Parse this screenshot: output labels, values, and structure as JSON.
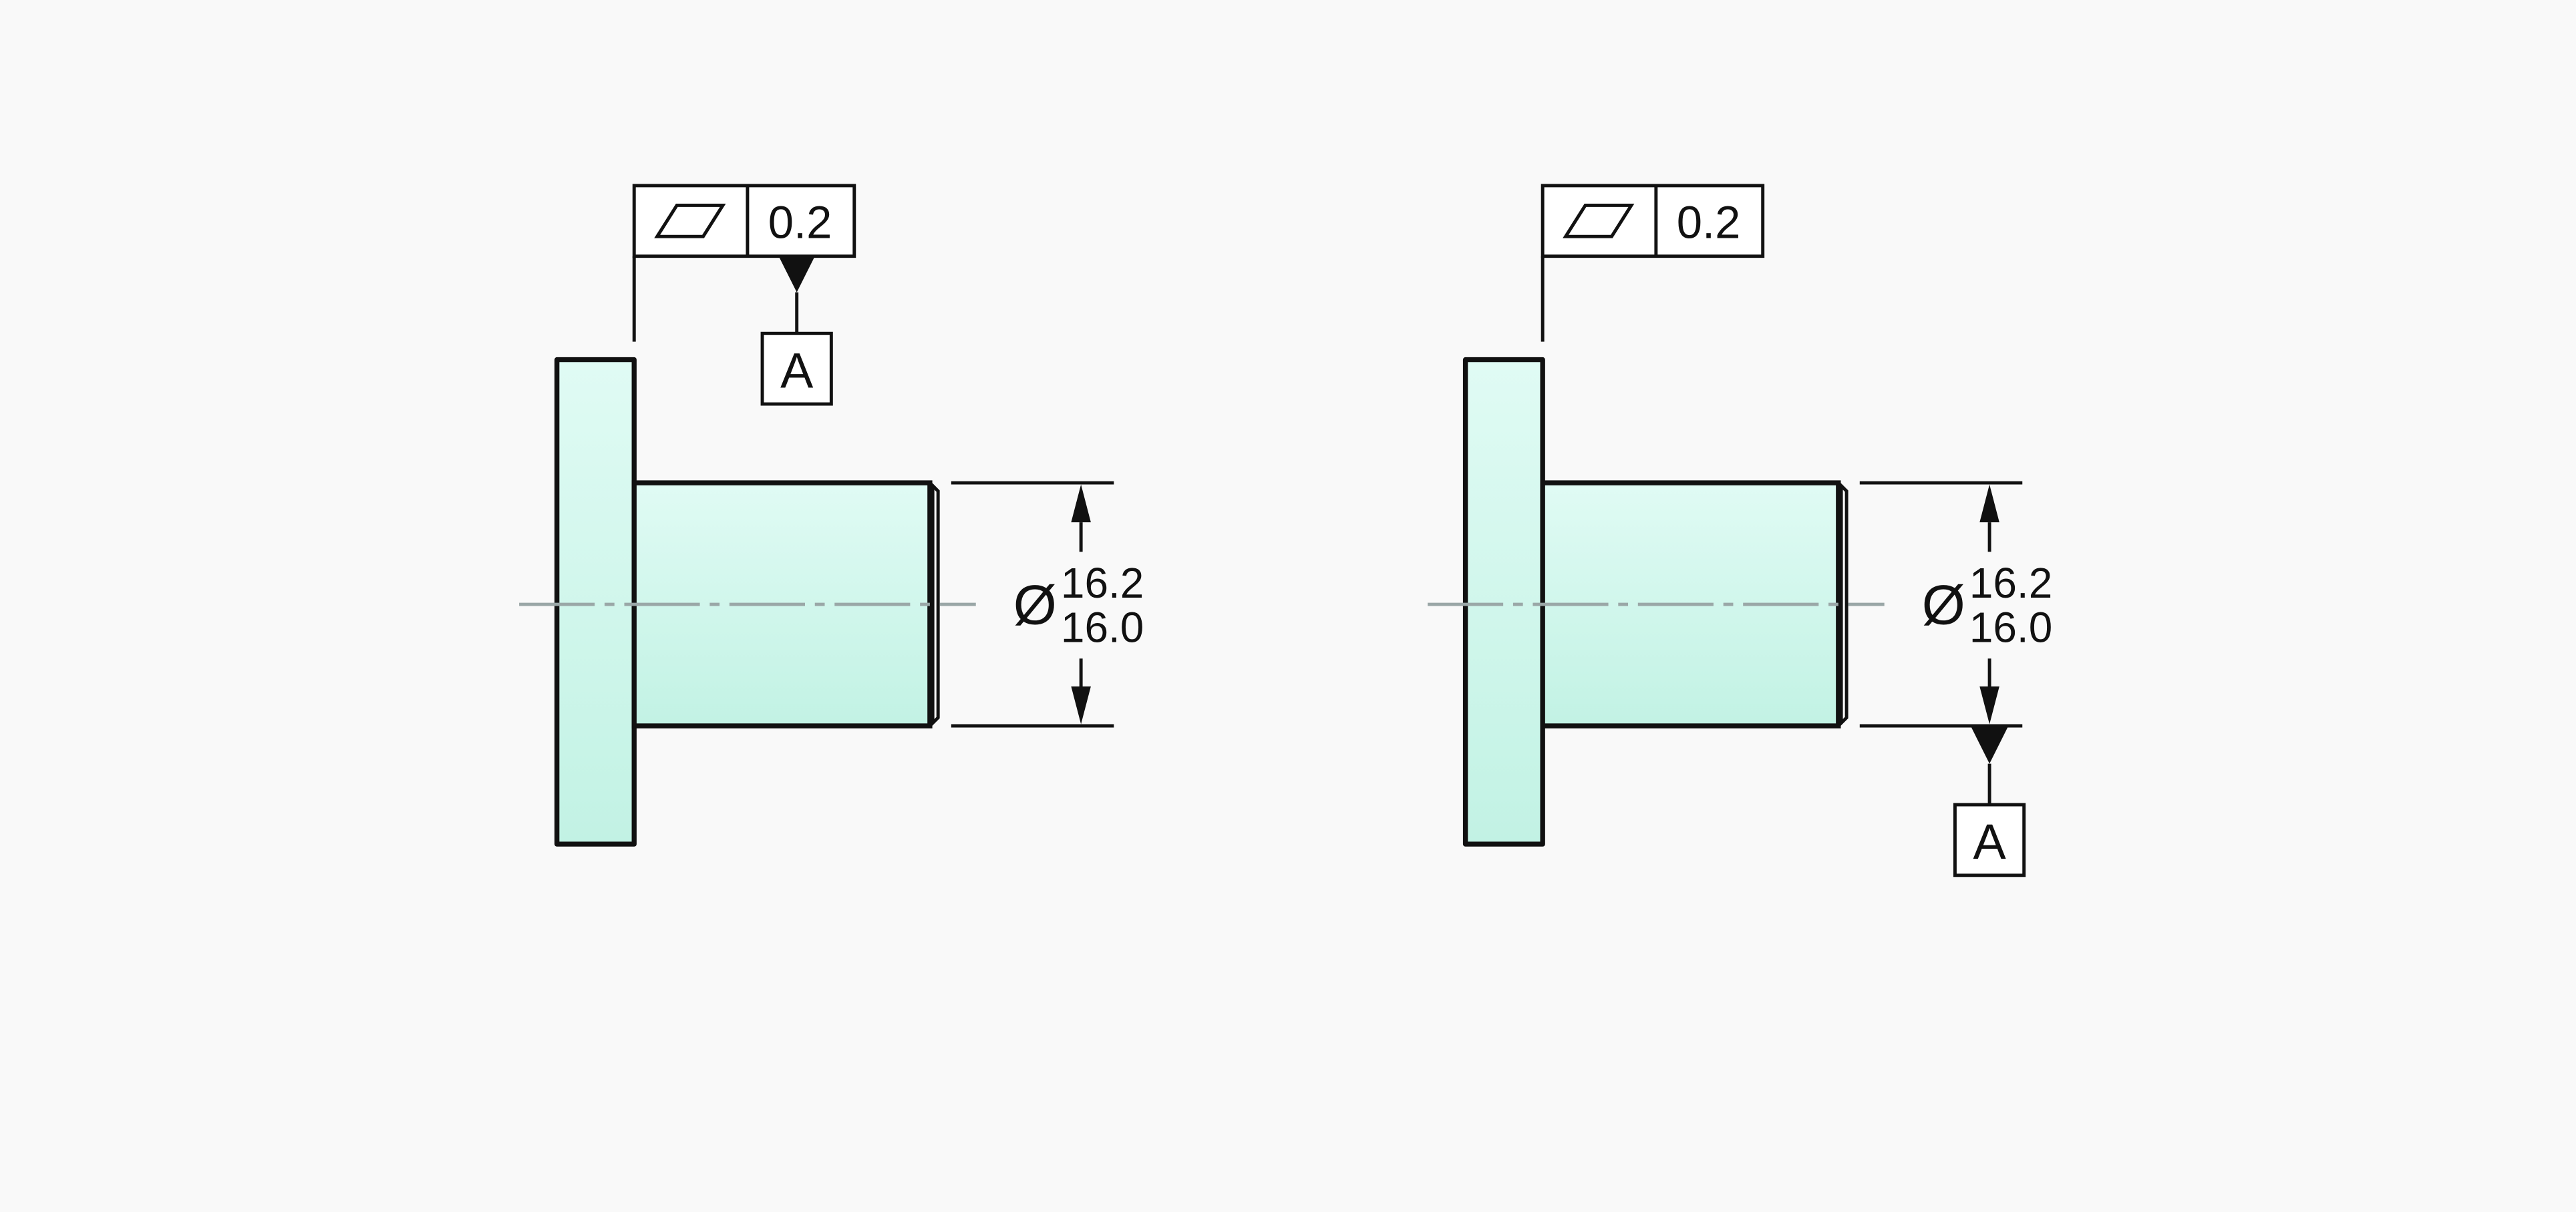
{
  "colors": {
    "background": "#f9f9f9",
    "stroke": "#111111",
    "centerline": "#9aa7a7",
    "part_fill_top": "#e0fbf4",
    "part_fill_bottom": "#c2f2e4"
  },
  "views": [
    {
      "frame": {
        "symbol": "flatness-icon",
        "tolerance": "0.2"
      },
      "datum_letter": "A",
      "dimension": {
        "diameter_symbol": "Ø",
        "upper": "16.2",
        "lower": "16.0"
      }
    },
    {
      "frame": {
        "symbol": "flatness-icon",
        "tolerance": "0.2"
      },
      "datum_letter": "A",
      "dimension": {
        "diameter_symbol": "Ø",
        "upper": "16.2",
        "lower": "16.0"
      }
    }
  ]
}
